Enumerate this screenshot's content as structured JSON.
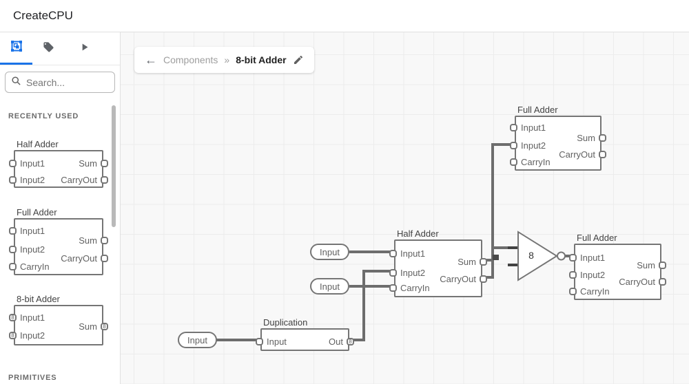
{
  "header": {
    "title": "CreateCPU"
  },
  "sidebar": {
    "tabs": [
      {
        "icon": "components-icon",
        "active": true
      },
      {
        "icon": "tag-icon",
        "active": false
      },
      {
        "icon": "play-icon",
        "active": false
      }
    ],
    "search_placeholder": "Search...",
    "recently_used_label": "RECENTLY USED",
    "primitives_label": "PRIMITIVES",
    "components": [
      {
        "title": "Half Adder",
        "left": [
          {
            "label": "Input1"
          },
          {
            "label": "Input2"
          }
        ],
        "right": [
          {
            "label": "Sum"
          },
          {
            "label": "CarryOut"
          }
        ]
      },
      {
        "title": "Full Adder",
        "left": [
          {
            "label": "Input1"
          },
          {
            "label": "Input2"
          },
          {
            "label": "CarryIn"
          }
        ],
        "right": [
          {
            "label": "Sum"
          },
          {
            "label": "CarryOut"
          }
        ]
      },
      {
        "title": "8-bit Adder",
        "left": [
          {
            "label": "Input1",
            "badge": "8"
          },
          {
            "label": "Input2",
            "badge": "8"
          }
        ],
        "right": [
          {
            "label": "Sum",
            "badge": "8"
          }
        ]
      }
    ]
  },
  "breadcrumb": {
    "back_icon": "←",
    "path": "Components",
    "separator": "»",
    "current": "8-bit Adder",
    "edit_icon": "pencil-icon"
  },
  "canvas": {
    "nodes": [
      {
        "title": "Full Adder",
        "left": [
          {
            "label": "Input1"
          },
          {
            "label": "Input2"
          },
          {
            "label": "CarryIn"
          }
        ],
        "right": [
          {
            "label": "Sum"
          },
          {
            "label": "CarryOut"
          }
        ]
      },
      {
        "title": "Half Adder",
        "left": [
          {
            "label": "Input1"
          },
          {
            "label": "Input2"
          },
          {
            "label": "CarryIn"
          }
        ],
        "right": [
          {
            "label": "Sum"
          },
          {
            "label": "CarryOut"
          }
        ]
      },
      {
        "title": "Full Adder",
        "left": [
          {
            "label": "Input1"
          },
          {
            "label": "Input2"
          },
          {
            "label": "CarryIn"
          }
        ],
        "right": [
          {
            "label": "Sum"
          },
          {
            "label": "CarryOut"
          }
        ]
      },
      {
        "title": "Duplication",
        "left": [
          {
            "label": "Input"
          }
        ],
        "right": [
          {
            "label": "Out",
            "badge": "8"
          }
        ]
      }
    ],
    "inputs": [
      {
        "label": "Input"
      },
      {
        "label": "Input"
      },
      {
        "label": "Input"
      }
    ],
    "buffer": {
      "label": "8"
    }
  },
  "colors": {
    "accent": "#1a73e8",
    "wire": "#6d6d6d",
    "border": "#757575",
    "canvas_bg": "#f8f8f8"
  }
}
